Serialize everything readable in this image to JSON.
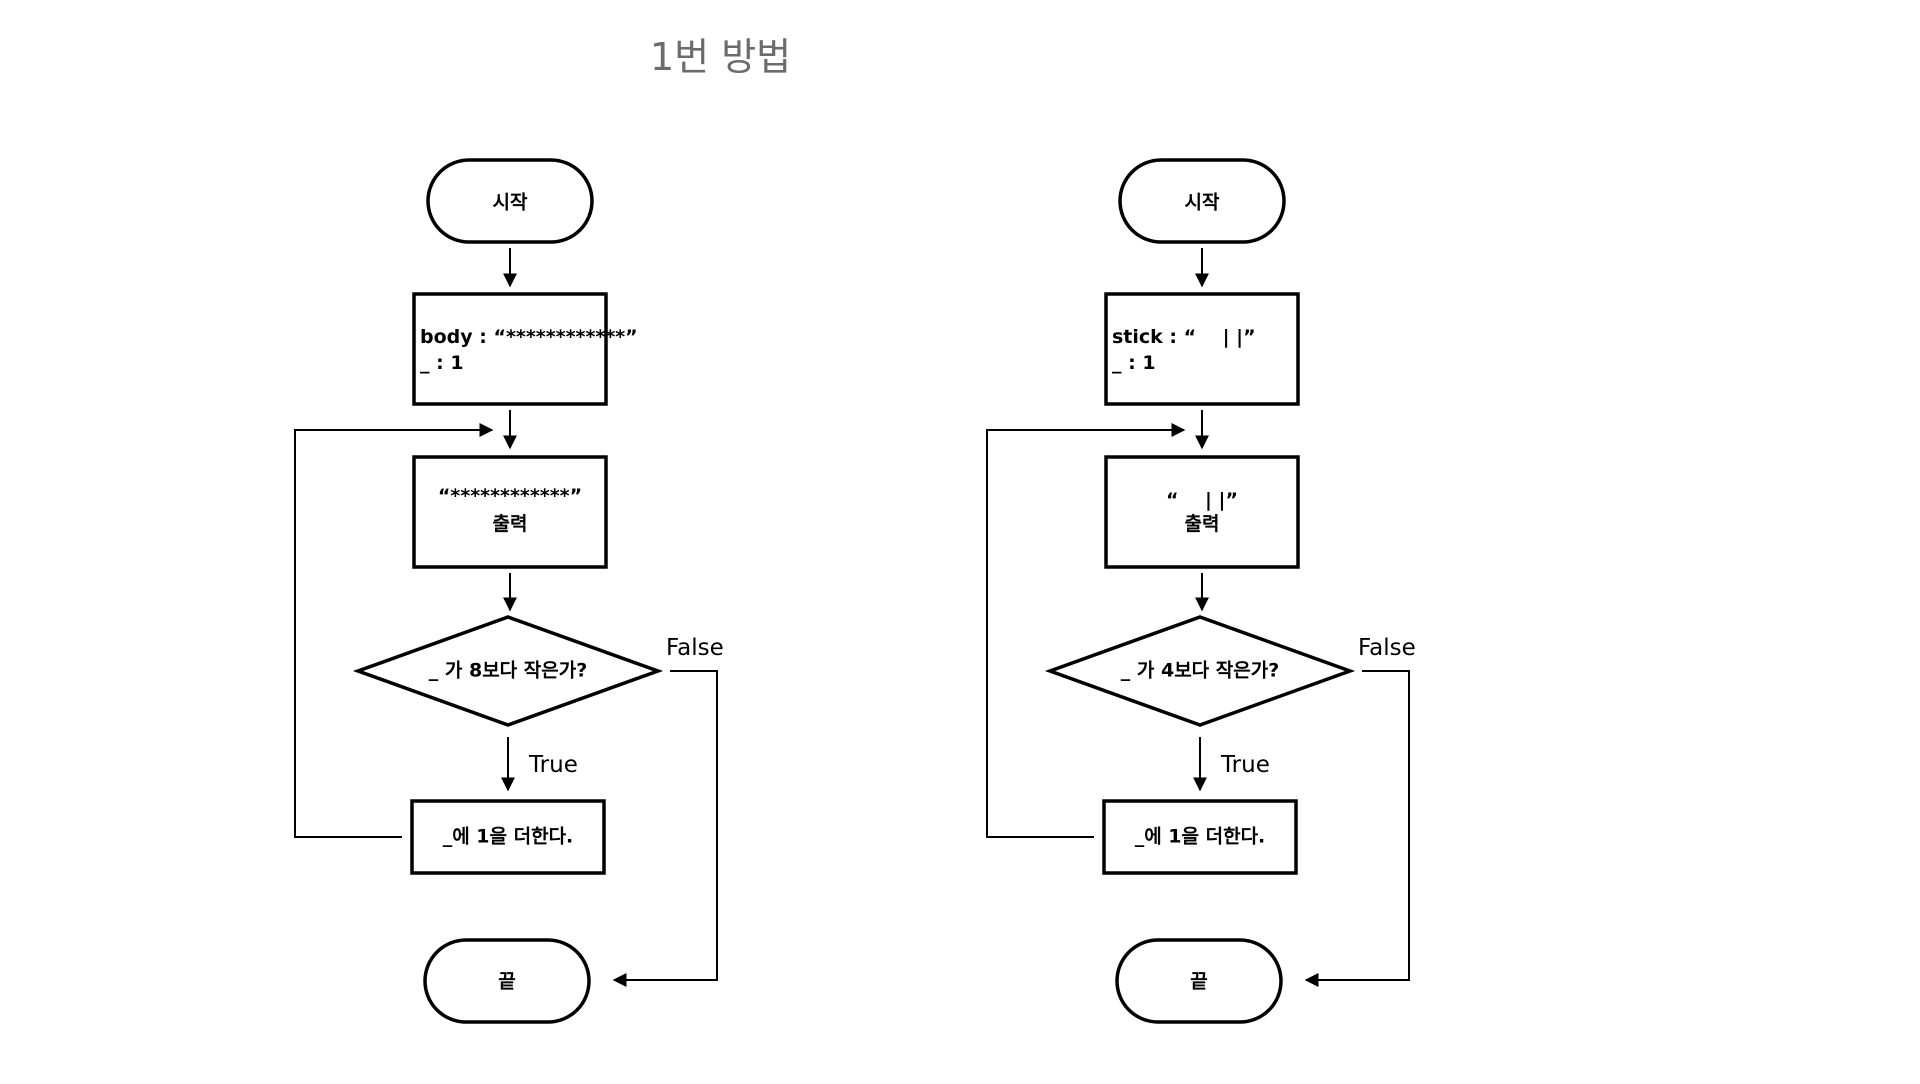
{
  "title": "1번 방법",
  "colors": {
    "stroke": "#000000",
    "title": "#6b6b6b",
    "background": "#ffffff"
  },
  "flowcharts": [
    {
      "start": "시작",
      "init_line1": "body : “************”",
      "init_line2": "_ : 1",
      "output_line1": "“************”",
      "output_line2": "출력",
      "condition": "_ 가 8보다 작은가?",
      "true_label": "True",
      "false_label": "False",
      "increment": "_에 1을 더한다.",
      "end": "끝"
    },
    {
      "start": "시작",
      "init_line1": "stick : “    | |”",
      "init_line2": "_ : 1",
      "output_line1": "“    | |”",
      "output_line2": "출력",
      "condition": "_ 가 4보다 작은가?",
      "true_label": "True",
      "false_label": "False",
      "increment": "_에 1을 더한다.",
      "end": "끝"
    }
  ]
}
